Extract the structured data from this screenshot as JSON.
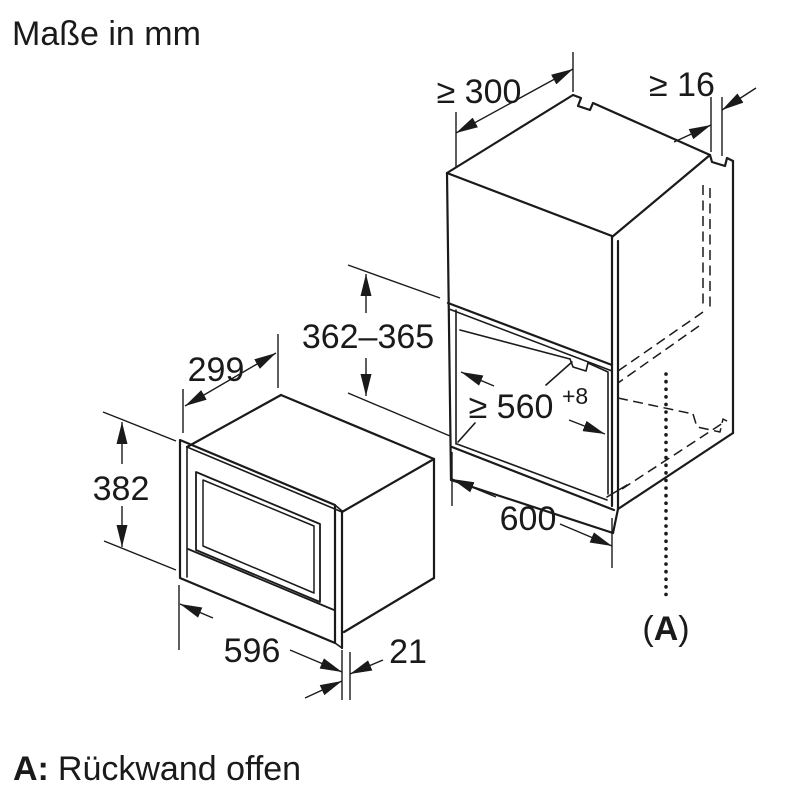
{
  "title": "Maße in mm",
  "footnote": {
    "key": "A:",
    "text": "Rückwand offen"
  },
  "marker_a": {
    "open": "(",
    "letter": "A",
    "close": ")"
  },
  "dimensions": {
    "cabinet_top_depth": "≥ 300",
    "side_wall_thickness": "≥ 16",
    "niche_height": "362–365",
    "niche_width": "≥ 560",
    "niche_width_tolerance": "+8",
    "cabinet_width": "600",
    "appliance_depth": "299",
    "appliance_height": "382",
    "appliance_width": "596",
    "frame_overhang": "21"
  },
  "colors": {
    "ink": "#1a1a1a",
    "background": "#ffffff"
  }
}
